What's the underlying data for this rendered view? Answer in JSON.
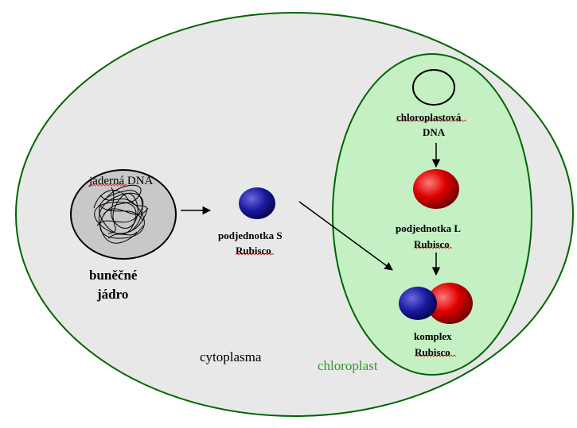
{
  "labels": {
    "nuclear_dna": "jaderná DNA",
    "nucleus_line1": "buněčné",
    "nucleus_line2": "jádro",
    "small_subunit_line1": "podjednotka S",
    "small_subunit_line2": "Rubisco",
    "chloroplast_dna_line1": "chloroplastová",
    "chloroplast_dna_line2": "DNA",
    "large_subunit_line1": "podjednotka L",
    "large_subunit_line2": "Rubisco",
    "complex_line1": "komplex",
    "complex_line2": "Rubisco",
    "cytoplasm": "cytoplasma",
    "chloroplast": "chloroplast"
  },
  "colors": {
    "cell_fill": "#e8e8e8",
    "cell_stroke": "#006400",
    "chloroplast_fill": "#c4f0c4",
    "nucleus_fill": "#c8c8c8",
    "small_subunit": "#1a1a9a",
    "large_subunit": "#d00000",
    "chloroplast_label": "#2e9a2e"
  }
}
